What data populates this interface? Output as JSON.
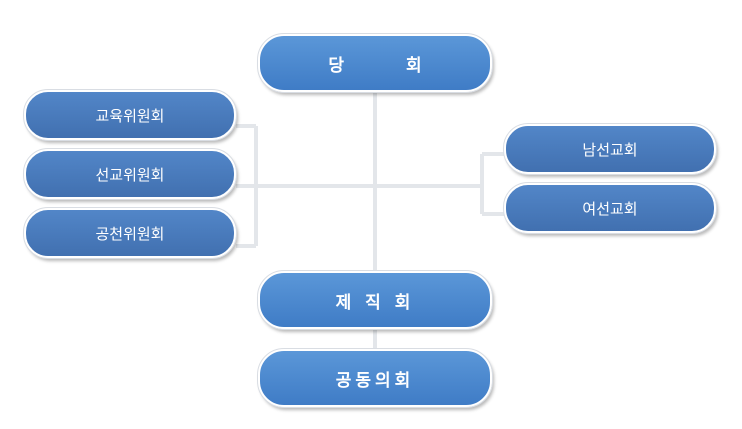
{
  "diagram": {
    "top": "당 회",
    "middle": "제 직 회",
    "bottom": "공동의회",
    "left_committees": [
      "교육위원회",
      "선교위원회",
      "공천위원회"
    ],
    "right_associations": [
      "남선교회",
      "여선교회"
    ],
    "colors": {
      "node_top": "#5b97d8",
      "node_bottom": "#3f7cc6",
      "connector": "#e3e6ea"
    }
  }
}
